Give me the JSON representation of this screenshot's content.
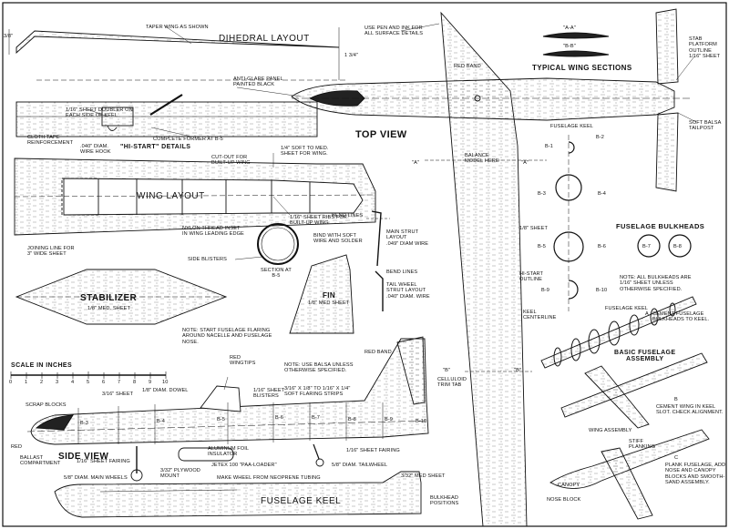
{
  "sections": {
    "dihedral": "DIHEDRAL LAYOUT",
    "hi_start": "\"HI-START\" DETAILS",
    "top_view": "TOP VIEW",
    "side_view": "SIDE VIEW",
    "wing_sections": "TYPICAL WING SECTIONS",
    "fuselage_bulkheads": "FUSELAGE BULKHEADS",
    "basic_assembly": "BASIC FUSELAGE\nASSEMBLY",
    "wing_layout": "WING  LAYOUT",
    "stabilizer": "STABILIZER",
    "stabilizer_sub": "1/8\" MED. SHEET",
    "fin": "FIN",
    "fin_sub": "1/8\" MED SHEET",
    "main_strut": "MAIN STRUT\nLAYOUT\n.049\" DIAM WIRE",
    "tail_strut": "TAIL WHEEL\nSTRUT LAYOUT\n.040\" DIAM. WIRE",
    "section_b5": "SECTION AT\nB-5",
    "fuselage_keel": "FUSELAGE  KEEL",
    "scale": "SCALE IN INCHES"
  },
  "dims": {
    "dihedral_left": "3/8\"",
    "dihedral_height": "1 3/4\""
  },
  "scale_ticks": [
    "0",
    "1",
    "2",
    "3",
    "4",
    "5",
    "6",
    "7",
    "8",
    "9",
    "10"
  ],
  "notes": {
    "taper_wing": "TAPER WING AS SHOWN",
    "pen_ink": "USE PEN AND INK FOR\nALL SURFACE DETAILS",
    "red_band_top": "RED BAND",
    "anti_glare": "ANTI-GLARE PANEL\nPAINTED BLACK",
    "fuselage_keel_top": "FUSELAGE KEEL",
    "balance": "BALANCE\nMODEL HERE",
    "stab_platform": "STAB PLATFORM\nOUTLINE\n1/16\" SHEET",
    "soft_balsa": "SOFT BALSA\nTAILPOST",
    "sheet_doubler": "1/16\" SHEET DOUBLER ON\nEACH SIDE OF KEEL",
    "cloth_tape": "CLOTH TAPE\nREINFORCEMENT",
    "former_b5": "COMPLETE FORMER AT B-5",
    "wire_hook": ".040\" DIAM.\nWIRE HOOK",
    "soft_med": "1/4\" SOFT TO MED.\nSHEET FOR WING.",
    "cut_out": "CUT-OUT FOR\nBUILT-UP WING",
    "ribs": "1/16\" SHEET RIBS FOR\nBUILT-UP WING",
    "nylon_thread": "NYLON THREAD INSET\nIN WING LEADING EDGE",
    "joining_line": "JOINING LINE FOR\n3\" WIDE SHEET",
    "bend_lines_1": "BEND LINES",
    "bind_wire": "BIND WITH SOFT\nWIRE AND SOLDER",
    "bend_lines_2": "BEND LINES",
    "side_blisters": "SIDE BLISTERS",
    "fuselage_flaring": "NOTE: START FUSELAGE FLARING\nAROUND NACELLE AND FUSELAGE\nNOSE.",
    "eighth_sheet": "1/8\" SHEET",
    "hi_start_outline": "HI-START\nOUTLINE",
    "keel_centerline": "KEEL\nCENTERLINE",
    "bulkhead_note": "NOTE: ALL BULKHEADS ARE\n1/16\" SHEET UNLESS\nOTHERWISE SPECIFIED.",
    "fuselage_keel_small": "FUSELAGE KEEL",
    "cement_bulkheads": "CEMENT FUSELAGE\nBULKHEADS TO KEEL.",
    "cement_wing": "CEMENT WING IN KEEL\nSLOT. CHECK ALIGNMENT.",
    "wing_assembly": "WING ASSEMBLY",
    "stiff_planking": "STIFF\nPLANKING",
    "plank_fuselage": "PLANK FUSELAGE, ADD\nNOSE AND CANOPY\nBLOCKS AND SMOOTH-\nSAND ASSEMBLY.",
    "canopy": "CANOPY",
    "nose_block": "NOSE BLOCK",
    "red_wingtips": "RED\nWINGTIPS",
    "note_balsa": "NOTE: USE BALSA UNLESS\nOTHERWISE SPECIFIED.",
    "red_band_side": "RED BAND",
    "three_sixteenth": "3/16\" SHEET",
    "dowel": "1/8\" DIAM. DOWEL",
    "sheet_blisters": "1/16\" SHEET\nBLISTERS",
    "flaring_strips": "3/16\" x 1/8\" TO 1/16\" x 1/4\"\nSOFT FLARING STRIPS",
    "celluloid": "CELLULOID\nTRIM TAB",
    "scrap_blocks": "SCRAP BLOCKS",
    "red": "RED",
    "ballast": "BALLAST\nCOMPARTMENT",
    "fairing_left": "1/16\" SHEET FAIRING",
    "aluminum": "ALUMINUM FOIL\nINSULATOR",
    "jetex": "JETEX 100 \"PAA-LOADER\"",
    "plywood": "3/32\" PLYWOOD\nMOUNT",
    "fairing_right": "1/16\" SHEET FAIRING",
    "tailwheel": "5/8\" DIAM. TAILWHEEL",
    "main_wheels": "5/8\" DIAM. MAIN WHEELS",
    "neoprene": "MAKE WHEEL FROM NEOPRENE TUBING",
    "med_sheet": "3/32\" MED SHEET",
    "bulkhead_positions": "BULKHEAD\nPOSITIONS"
  },
  "section_labels": {
    "aa": "\"A-A\"",
    "bb": "\"B-B\""
  },
  "cut_markers": {
    "a_left": "\"A\"",
    "a_right": "\"A\"",
    "b_left": "\"B\"",
    "b_right": "\"B\""
  },
  "bulkheads": [
    "B-1",
    "B-2",
    "B-3",
    "B-4",
    "B-5",
    "B-6",
    "B-7",
    "B-8",
    "B-9",
    "B-10"
  ],
  "side_bulkheads": [
    "B-3",
    "B-4",
    "B-5",
    "B-6",
    "B-7",
    "B-8",
    "B-9",
    "B-10"
  ],
  "assembly_steps": [
    "A",
    "B",
    "C"
  ]
}
